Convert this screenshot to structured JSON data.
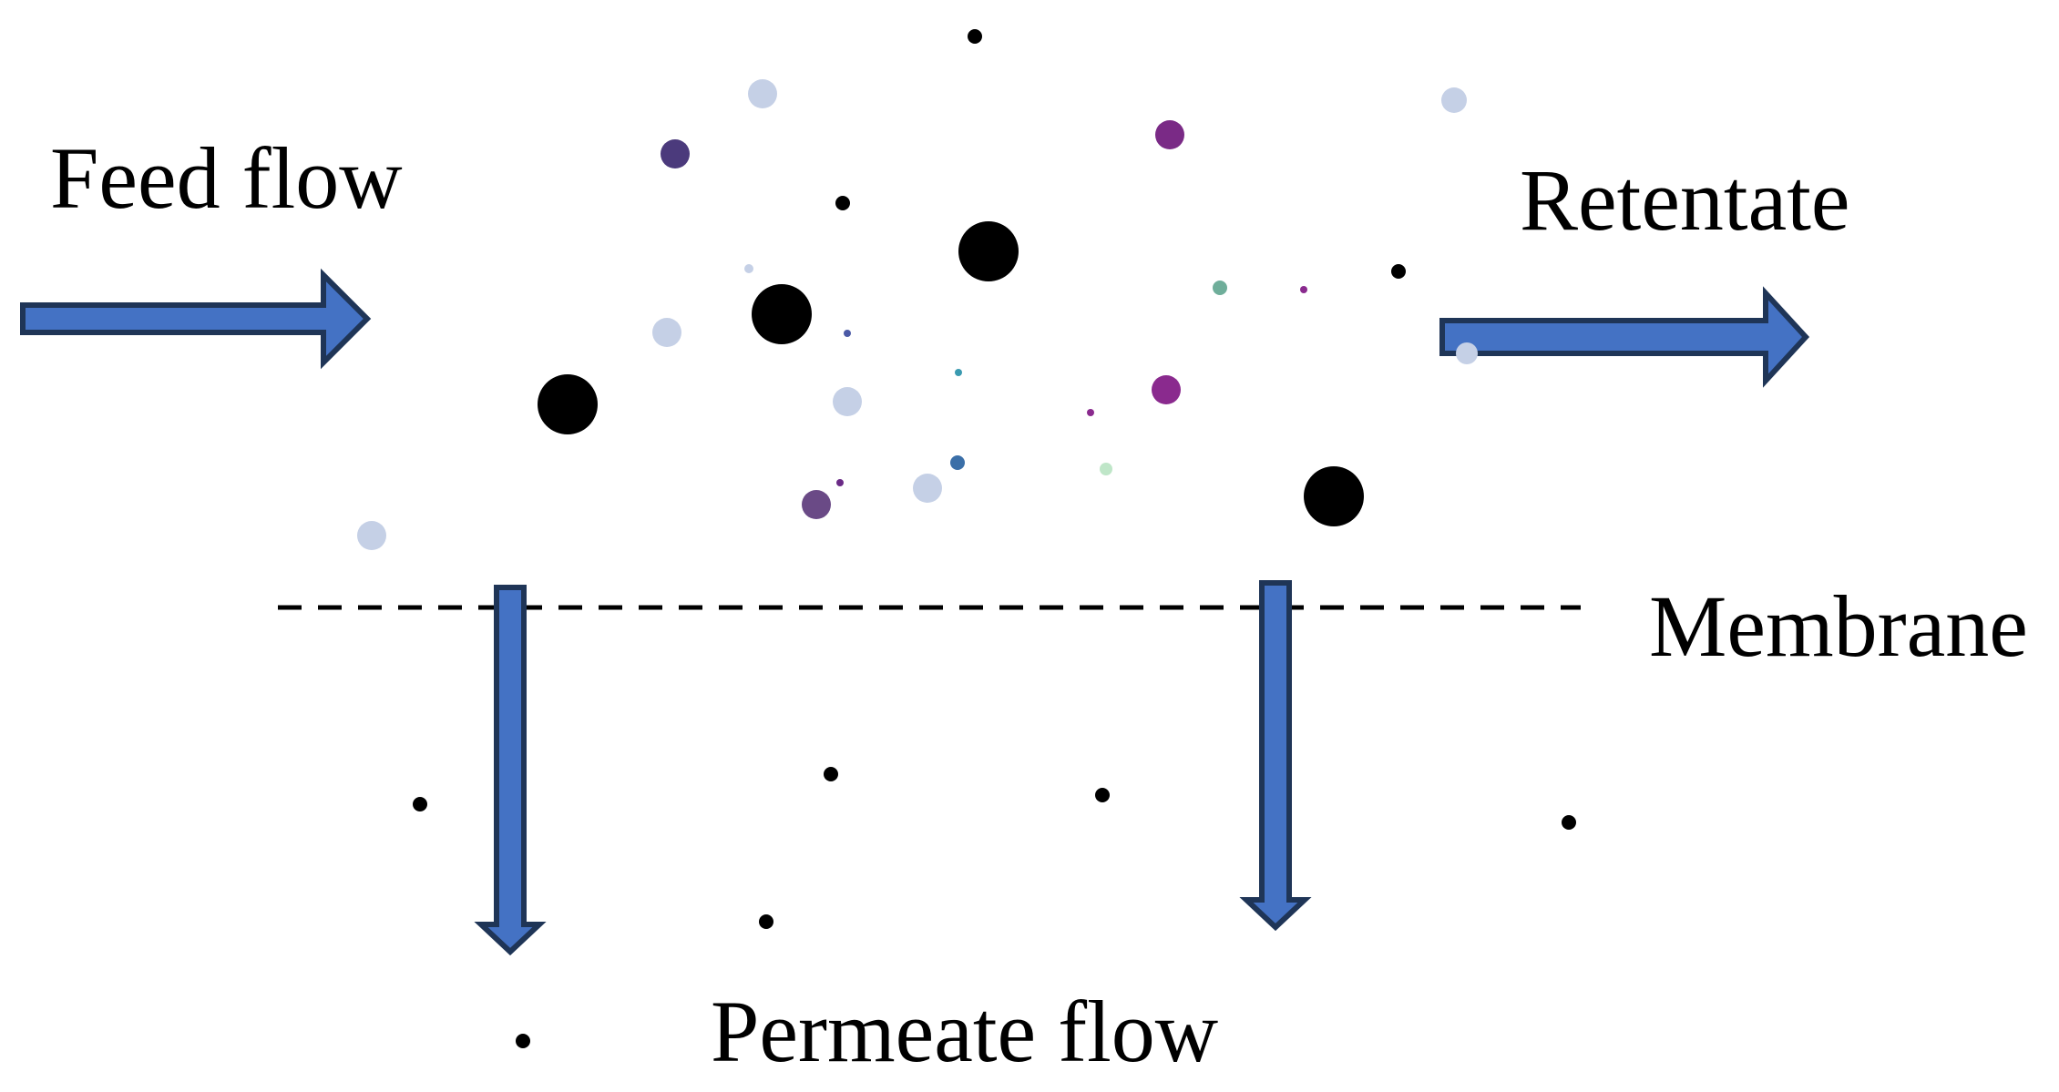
{
  "labels": {
    "feed_flow": "Feed flow",
    "retentate": "Retentate",
    "membrane": "Membrane",
    "permeate_flow": "Permeate flow"
  },
  "colors": {
    "arrow_fill": "#4472C4",
    "arrow_stroke": "#1F3557",
    "particle_large": "#000000",
    "membrane_line": "#000000",
    "particle_light": "#C5D0E6",
    "particle_dark_purple": "#4B3A7C",
    "particle_magenta": "#8A2A8E",
    "particle_teal": "#6FAE9A",
    "particle_blue": "#3B6FA8"
  },
  "icons": {
    "feed_arrow": "right-arrow-icon",
    "retentate_arrow": "right-arrow-icon",
    "permeate_arrows": "down-arrow-icon"
  }
}
